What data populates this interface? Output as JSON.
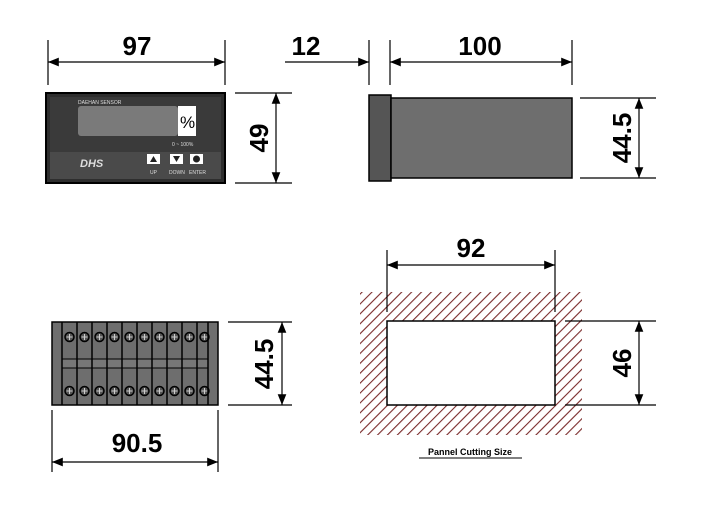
{
  "dimensions": {
    "front_width": "97",
    "flange_depth": "12",
    "body_depth": "100",
    "front_height": "49",
    "body_height": "44.5",
    "terminal_height": "44.5",
    "terminal_width": "90.5",
    "cut_width": "92",
    "cut_height": "46"
  },
  "front_panel": {
    "brand_label": "DAEHAN SENSOR",
    "unit": "%",
    "range": "0 ~ 100%",
    "logo": "DHS",
    "buttons": [
      {
        "label": "UP",
        "icon": "triangle-up-icon"
      },
      {
        "label": "DOWN",
        "icon": "triangle-down-icon"
      },
      {
        "label": "ENTER",
        "icon": "circle-icon"
      }
    ]
  },
  "caption": "Pannel Cutting Size",
  "colors": {
    "hatch": "#7a2a2a",
    "body": "#6e6e6e",
    "panel": "#3a3a3a"
  }
}
